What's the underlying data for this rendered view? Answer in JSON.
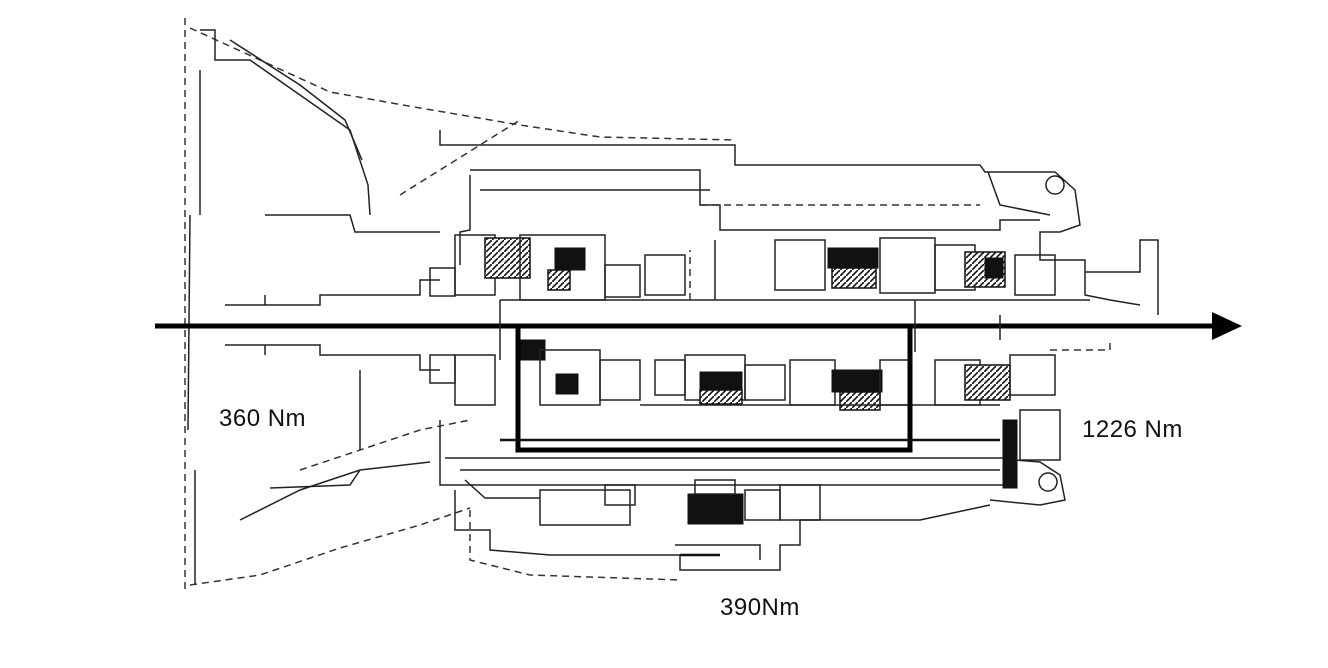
{
  "labels": {
    "input_torque": "360 Nm",
    "output_torque": "1226 Nm",
    "countershaft_torque": "390Nm"
  }
}
